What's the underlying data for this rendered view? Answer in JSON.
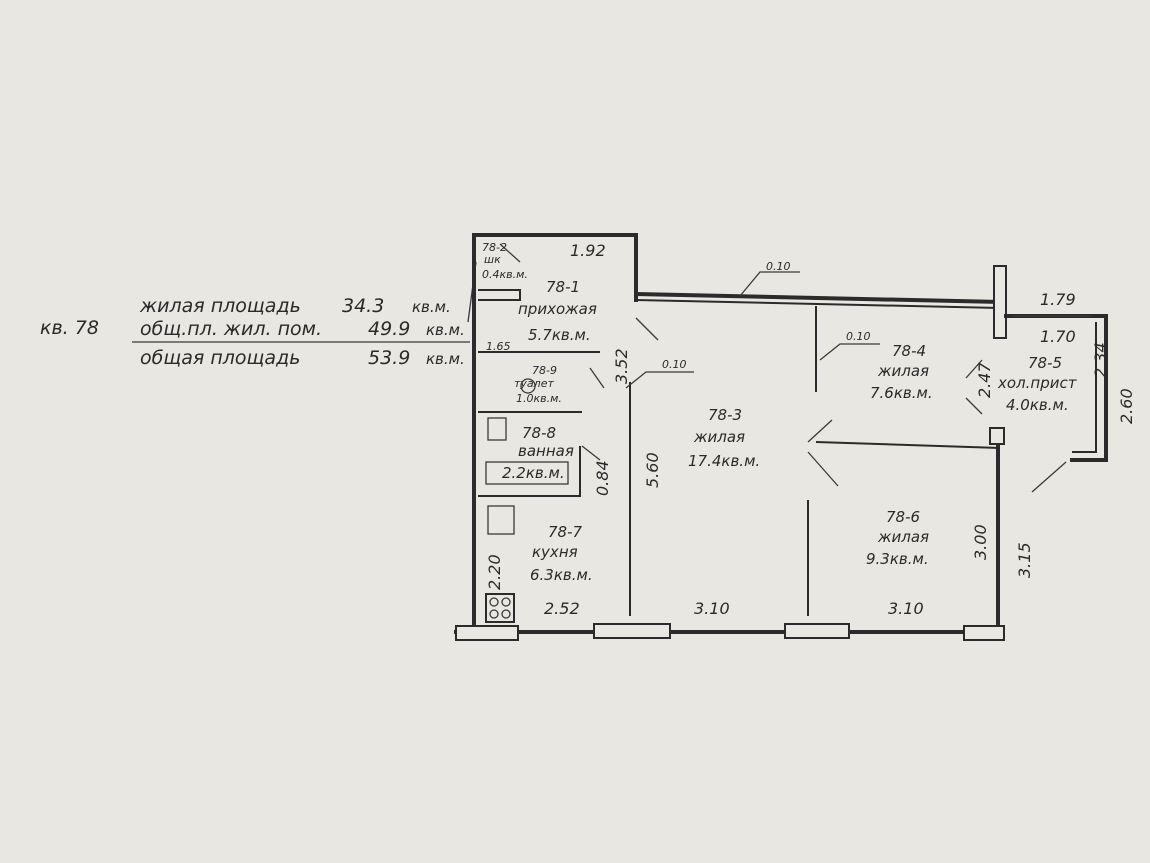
{
  "apartment": {
    "label": "кв. 78",
    "summary": [
      {
        "name": "жилая площадь",
        "value": "34.3",
        "unit": "кв.м."
      },
      {
        "name": "общ.пл. жил. пом.",
        "value": "49.9",
        "unit": "кв.м."
      },
      {
        "name": "общая площадь",
        "value": "53.9",
        "unit": "кв.м."
      }
    ]
  },
  "rooms": {
    "r2": {
      "id": "78-2",
      "name": "шк",
      "area": "0.4кв.м."
    },
    "r1": {
      "id": "78-1",
      "name": "прихожая",
      "area": "5.7кв.м."
    },
    "r9": {
      "id": "78-9",
      "name": "туалет",
      "area": "1.0кв.м."
    },
    "r8": {
      "id": "78-8",
      "name": "ванная",
      "area": "2.2кв.м."
    },
    "r7": {
      "id": "78-7",
      "name": "кухня",
      "area": "6.3кв.м."
    },
    "r3": {
      "id": "78-3",
      "name": "жилая",
      "area": "17.4кв.м."
    },
    "r4": {
      "id": "78-4",
      "name": "жилая",
      "area": "7.6кв.м."
    },
    "r5": {
      "id": "78-5",
      "name": "хол.прист",
      "area": "4.0кв.м."
    },
    "r6": {
      "id": "78-6",
      "name": "жилая",
      "area": "9.3кв.м."
    }
  },
  "dimensions": {
    "d_192": "1.92",
    "d_010_top": "0.10",
    "d_010_mid": "0.10",
    "d_010_left": "0.10",
    "d_165": "1.65",
    "d_352": "3.52",
    "d_560": "5.60",
    "d_084": "0.84",
    "d_220": "2.20",
    "d_252": "2.52",
    "d_310_a": "3.10",
    "d_310_b": "3.10",
    "d_300": "3.00",
    "d_315": "3.15",
    "d_179": "1.79",
    "d_170": "1.70",
    "d_247": "2.47",
    "d_234": "2.34",
    "d_260": "2.60"
  }
}
